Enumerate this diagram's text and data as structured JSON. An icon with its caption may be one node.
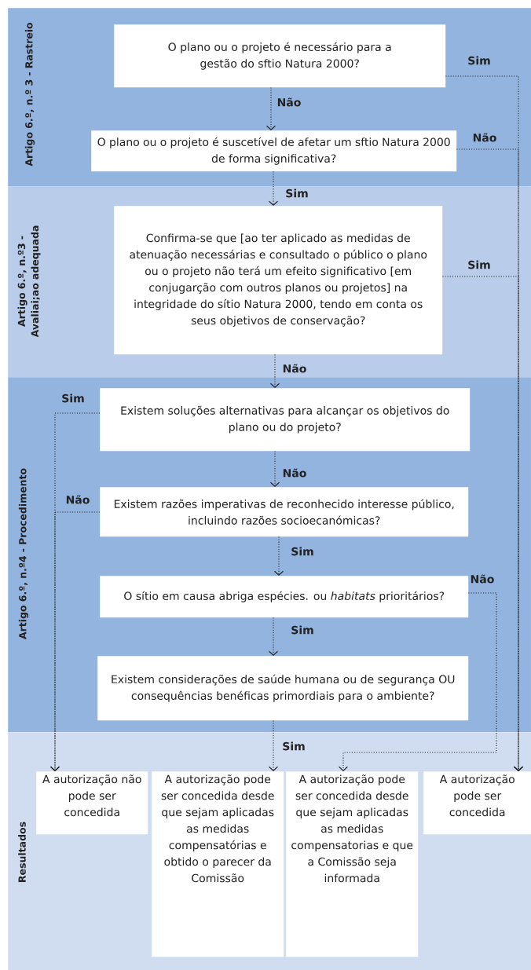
{
  "diagram": {
    "nodes": [
      {
        "text": [
          "Artigo 6.º, n.º 3 - Rastreio"
        ]
      },
      {
        "text": [
          "O plano ou o projeto é necessário para a gestão do sftio Natura 2000?"
        ],
        "in": 0
      },
      {
        "text": [
          "O plano ou o projeto é suscetível de afetar um sftio Natura 2000 de forma significativa?"
        ],
        "in": 0
      },
      {
        "text": [
          "Artigo 6.º, n.º3 - Avaliai;ao adequada"
        ]
      },
      {
        "text": [
          "Confirma-se que [ao ter aplicado as medidas de atenuação necessárias e consultado o público o plano ou o projeto não terá um efeito significativo [em conjugarção com outros planos ou projetos] na integridade do sítio Natura 2000, tendo em conta os seus objetivos de conservação?"
        ],
        "in": 3
      },
      {
        "text": [
          "Artigo 6.º, n.º4 - Procedimento"
        ]
      },
      {
        "text": [
          "Existem soluções alternativas para alcançar os objetivos do plano ou do projeto?"
        ],
        "in": 5
      },
      {
        "text": [
          "Existem razões imperativas de reconhecido interesse público, incluindo razões socioecanómicas?"
        ],
        "in": 5
      },
      {
        "text": [
          "O sítio em causa abriga espécies. ou *habitats* prioritários?"
        ],
        "in": 5
      },
      {
        "text": [
          "Existem considerações de saúde humana ou de segurança OU consequências benéficas primordiais para o ambiente?"
        ],
        "in": 5
      },
      {
        "text": [
          "Resultados"
        ]
      },
      {
        "text": [
          "A autorização não pode ser concedida"
        ],
        "in": 10
      },
      {
        "text": [
          "A autorização pode ser concedida desde que sejam aplicadas as medidas compensatórias e obtido o parecer da Comissão"
        ],
        "in": 10
      },
      {
        "text": [
          "A autorização pode ser concedida desde que sejam aplicadas as medidas compensatorias e que a Comissão seja informada"
        ],
        "in": 10
      },
      {
        "text": [
          "A autorização pode ser concedida"
        ],
        "in": 10
      }
    ],
    "edges": [
      {
        "from": 1,
        "to": 2,
        "arrow": "to",
        "label": "Não"
      },
      {
        "from": 2,
        "to": 4,
        "arrow": "to",
        "label": "Sim"
      },
      {
        "from": 4,
        "to": 6,
        "arrow": "to",
        "label": "Não"
      },
      {
        "from": 6,
        "to": 7,
        "arrow": "to",
        "label": "Não"
      },
      {
        "from": 7,
        "to": 8,
        "arrow": "to",
        "label": "Sim"
      },
      {
        "from": 8,
        "to": 9,
        "arrow": "to",
        "label": "Sim"
      },
      {
        "from": 9,
        "to": 12,
        "arrow": "to",
        "label": "Sim"
      },
      {
        "from": 1,
        "to": 14,
        "arrow": "to",
        "label": "Sim"
      },
      {
        "from": 2,
        "to": 14,
        "arrow": "to",
        "label": "Não"
      },
      {
        "from": 4,
        "to": 14,
        "arrow": "to",
        "label": "Sim"
      },
      {
        "from": 6,
        "to": 11,
        "arrow": "to",
        "label": "Sim"
      },
      {
        "from": 7,
        "to": 11,
        "arrow": "to",
        "label": "Não"
      },
      {
        "from": 8,
        "to": 13,
        "arrow": "to",
        "label": "Não"
      }
    ]
  }
}
